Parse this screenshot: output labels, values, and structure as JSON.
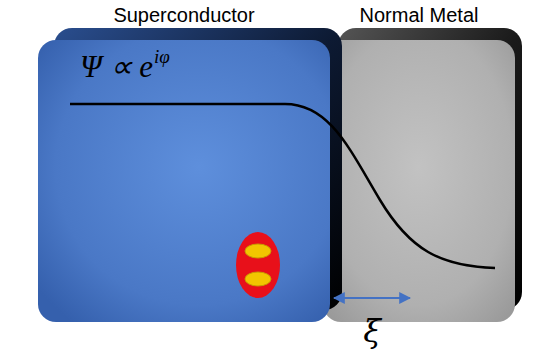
{
  "diagram": {
    "nodes": [
      {
        "text": [
          "Superconductor",
          "Ψ ∝ e",
          "iφ"
        ]
      },
      {
        "text": [
          "Normal Metal"
        ]
      }
    ],
    "labels": [
      "ξ"
    ]
  }
}
